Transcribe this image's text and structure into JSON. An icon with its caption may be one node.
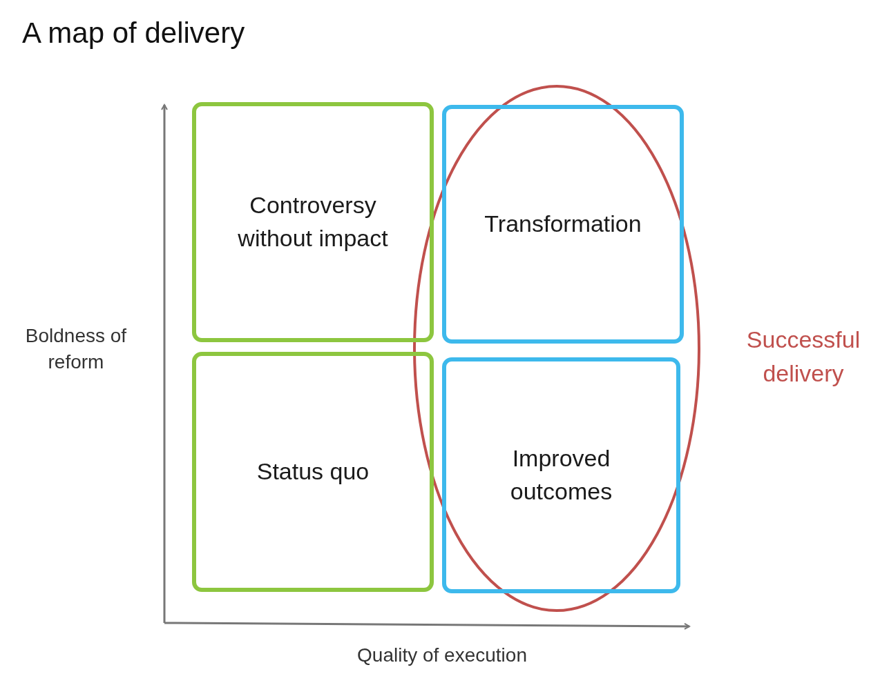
{
  "diagram": {
    "title": "A map of delivery",
    "nodes": [
      {
        "text": [
          "Controversy without impact"
        ]
      },
      {
        "text": [
          "Transformation"
        ]
      },
      {
        "text": [
          "Status quo"
        ]
      },
      {
        "text": [
          "Improved outcomes"
        ]
      },
      {
        "text": [
          "Successful delivery"
        ]
      }
    ],
    "edges": [],
    "labels": [
      "Boldness of reform",
      "Quality of execution"
    ]
  }
}
